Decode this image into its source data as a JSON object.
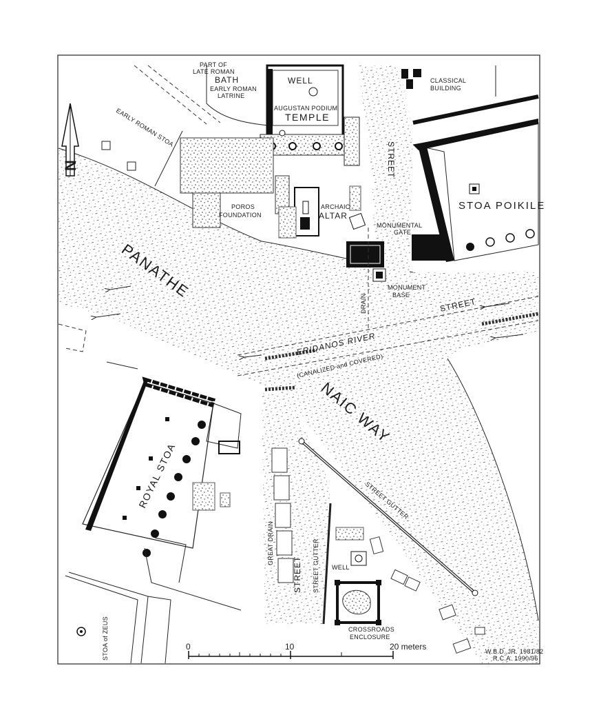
{
  "labels": {
    "part_of": "PART OF",
    "late_roman": "LATE ROMAN",
    "bath": "BATH",
    "early_roman_latrine_1": "EARLY ROMAN",
    "early_roman_latrine_2": "LATRINE",
    "well_top": "WELL",
    "augustan_podium": "AUGUSTAN PODIUM",
    "temple": "TEMPLE",
    "early_roman_stoa": "EARLY ROMAN STOA",
    "classical_building_1": "CLASSICAL",
    "classical_building_2": "BUILDING",
    "stoa_poikile": "STOA POIKILE",
    "poros_1": "POROS",
    "poros_2": "FOUNDATION",
    "archaic": "ARCHAIC",
    "altar": "ALTAR",
    "monumental": "MONUMENTAL",
    "gate": "GATE",
    "monument": "MONUMENT",
    "base": "BASE",
    "drain": "DRAIN",
    "street_top": "STREET",
    "street_right": "STREET",
    "panathenaic_1": "PANATHE",
    "panathenaic_2": "NAIC WAY",
    "eridanos": "ERIDANOS RIVER",
    "canalized": "(CANALIZED and COVERED)",
    "royal_stoa": "ROYAL STOA",
    "great_drain": "GREAT DRAIN",
    "street_lower": "STREET",
    "street_gutter_1": "STREET GUTTER",
    "street_gutter_2": "STREET GUTTER",
    "well_lower": "WELL",
    "crossroads_1": "CROSSROADS",
    "crossroads_2": "ENCLOSURE",
    "stoa_of_zeus": "STOA of ZEUS"
  },
  "scale_bar": {
    "tick_0": "0",
    "tick_10": "10",
    "tick_20": "20 meters",
    "value_meters": 20
  },
  "credits": {
    "line1": "W.B.D.,JR. 1981/82",
    "line2": "R.C.A. 1990/96"
  },
  "north_arrow": {
    "icon": "north-arrow-icon",
    "letter": "N"
  },
  "colors": {
    "ink": "#111111",
    "paper": "#ffffff"
  }
}
